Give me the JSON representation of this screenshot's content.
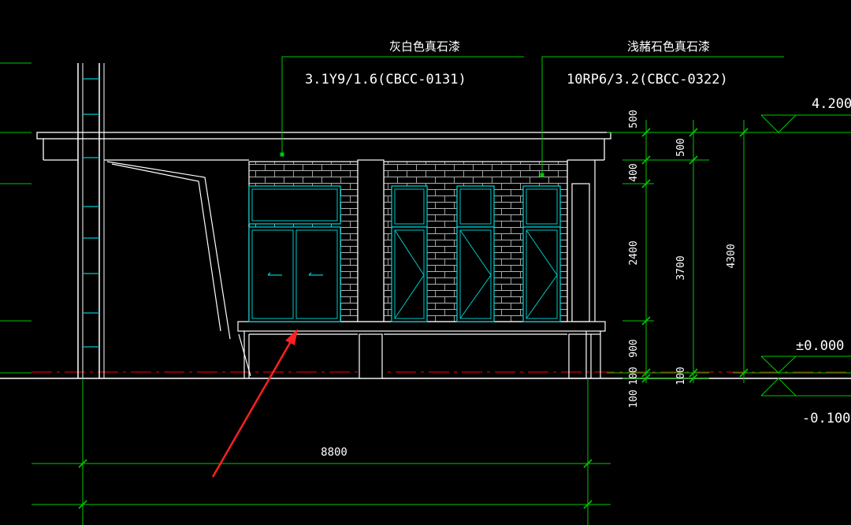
{
  "colors": {
    "background": "#000000",
    "outline": "#ffffff",
    "window": "#00c8c8",
    "dimension": "#00c800",
    "axis": "#c80000",
    "arrow": "#ff2020"
  },
  "annotations": {
    "material_left": "灰白色真石漆",
    "code_left": "3.1Y9/1.6(CBCC-0131)",
    "material_right": "浅赭石色真石漆",
    "code_right": "10RP6/3.2(CBCC-0322)"
  },
  "levels": {
    "top": "4.200",
    "ground": "±0.000",
    "bottom": "-0.100"
  },
  "dimensions": {
    "col1": [
      "500",
      "400",
      "2400",
      "900",
      "100"
    ],
    "col2": [
      "500",
      "3700",
      "100"
    ],
    "col3": "4300",
    "bottom": "100",
    "width": "8800"
  },
  "pointer": {
    "target": "lower-window-sill"
  }
}
